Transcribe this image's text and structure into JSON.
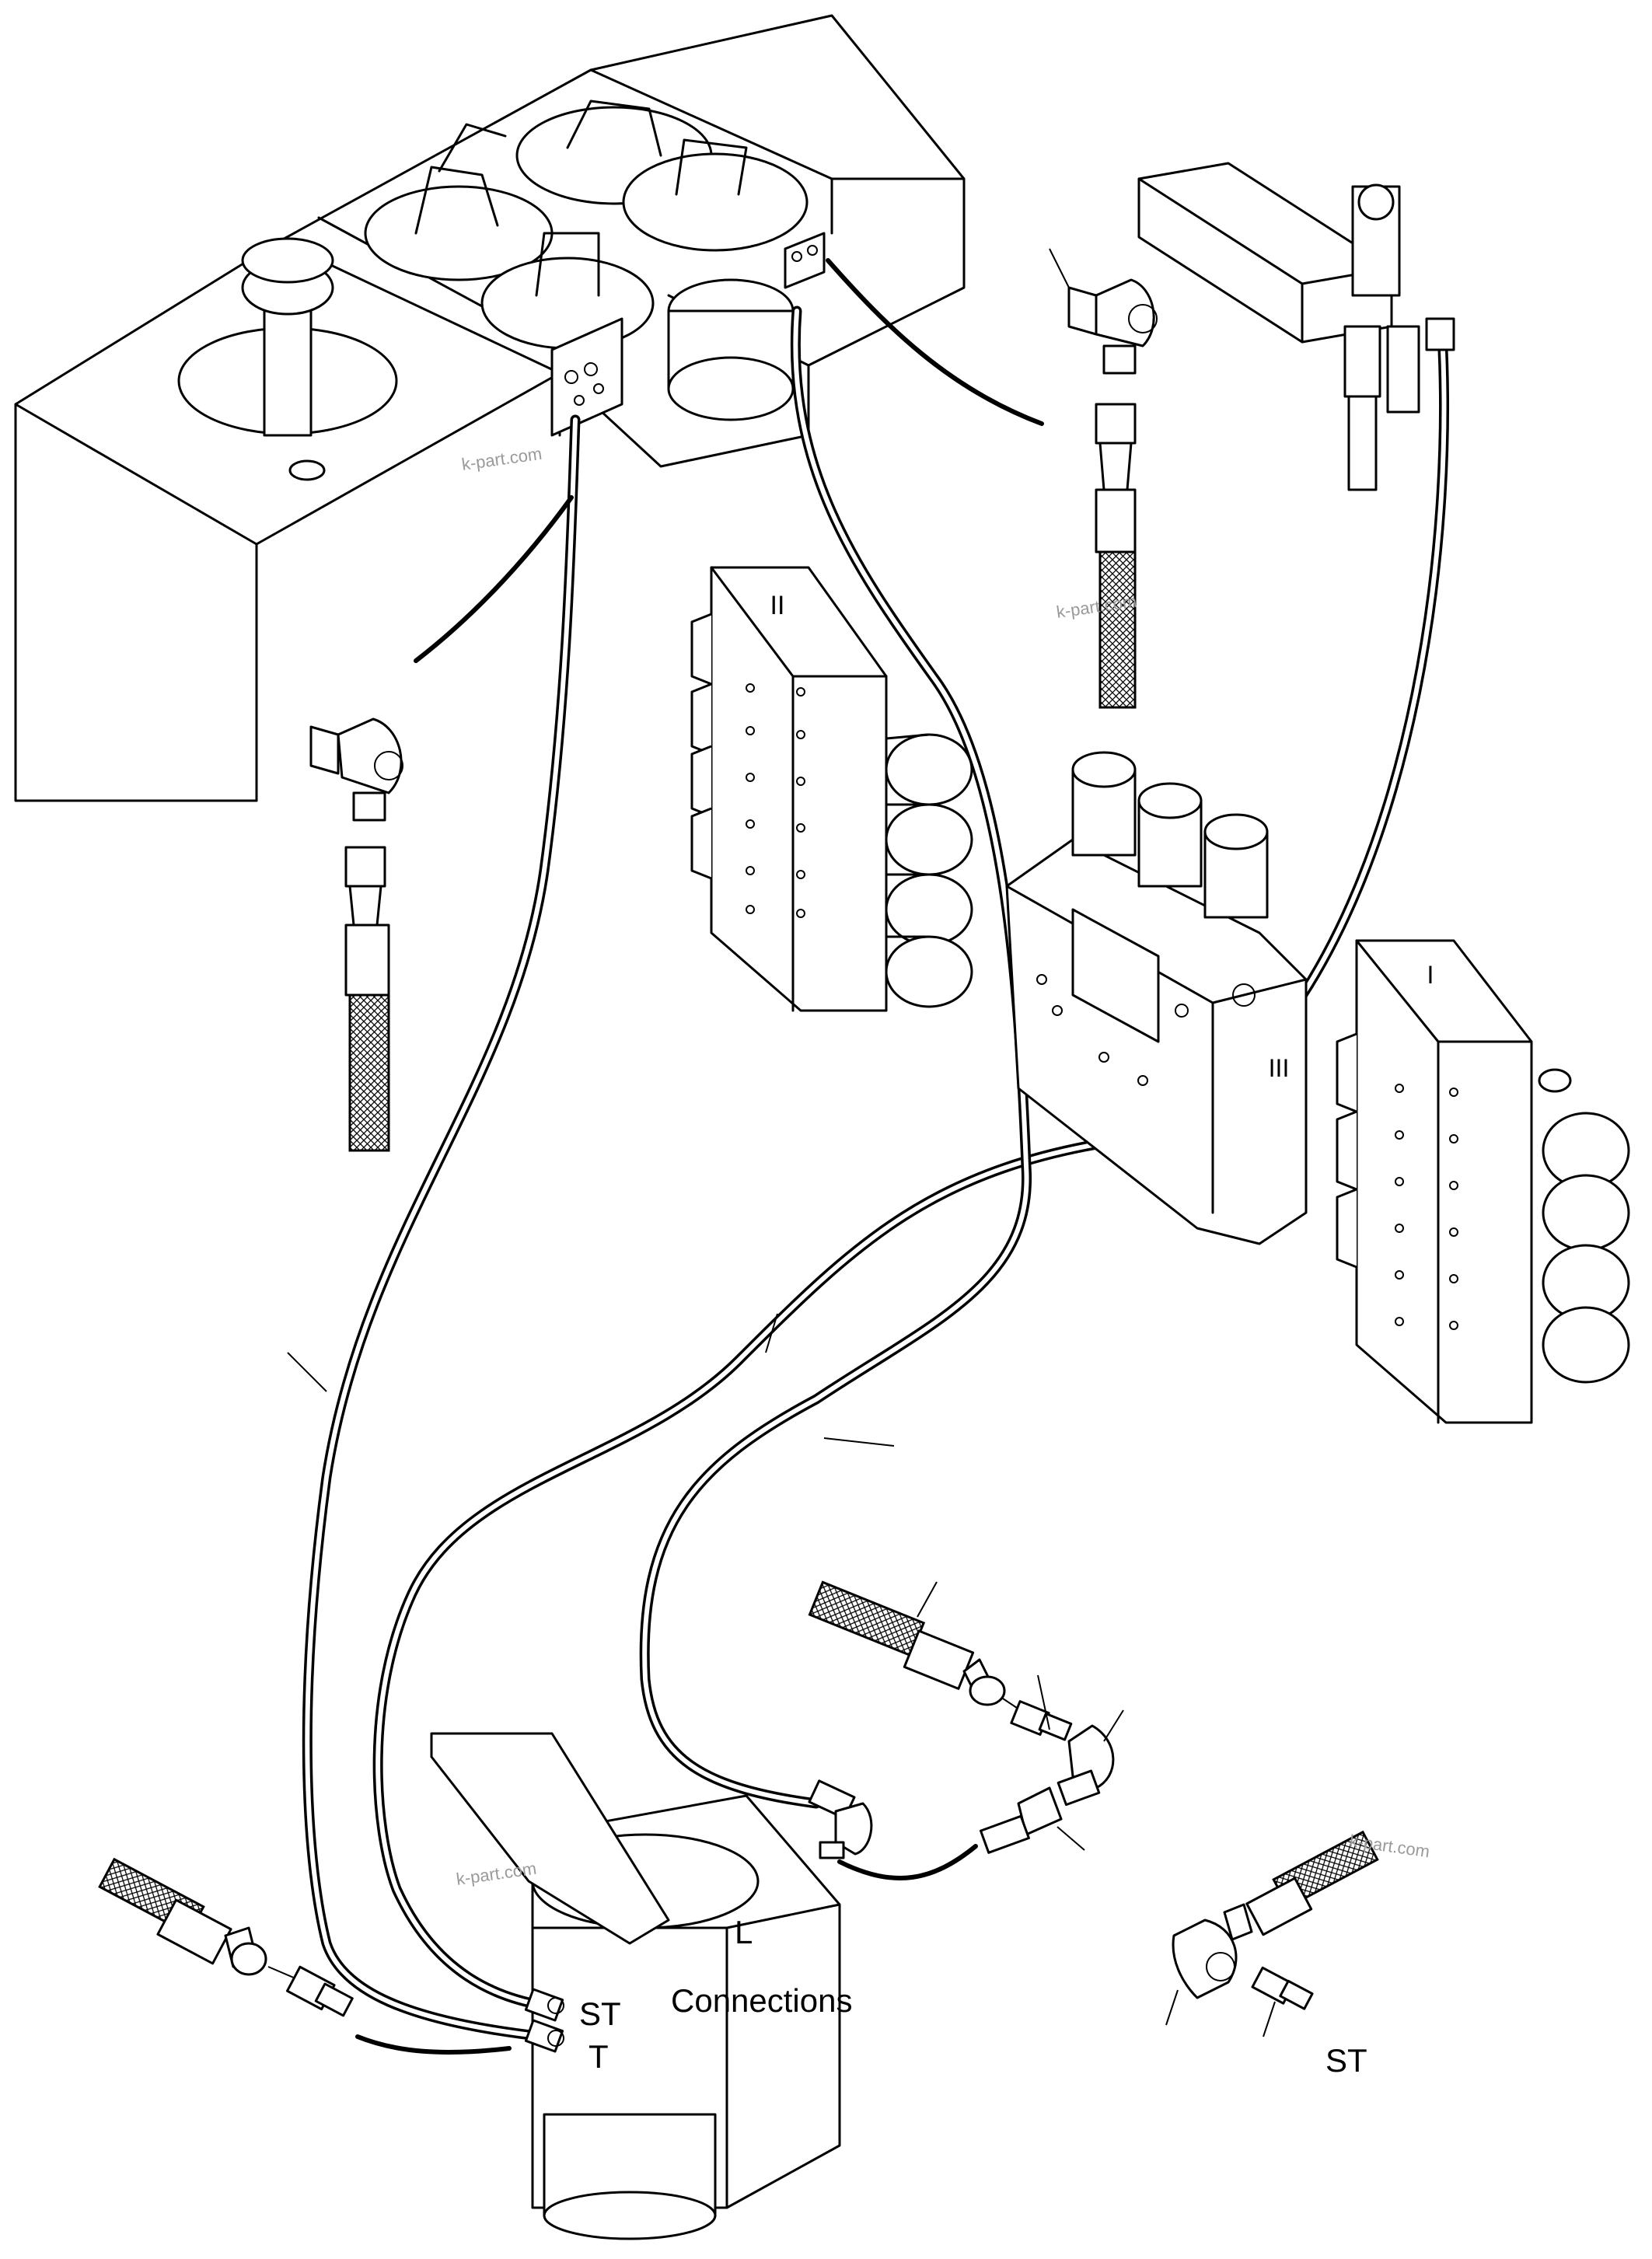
{
  "labels": {
    "st_center": "ST",
    "t_center": "T",
    "l_port": "L",
    "connections": "Connections",
    "st_right": "ST",
    "valve_ii": "II",
    "valve_iii": "III",
    "valve_i": "I"
  },
  "watermarks": [
    "k-part.com",
    "k-part.com",
    "k-part.com",
    "k-part.com"
  ]
}
